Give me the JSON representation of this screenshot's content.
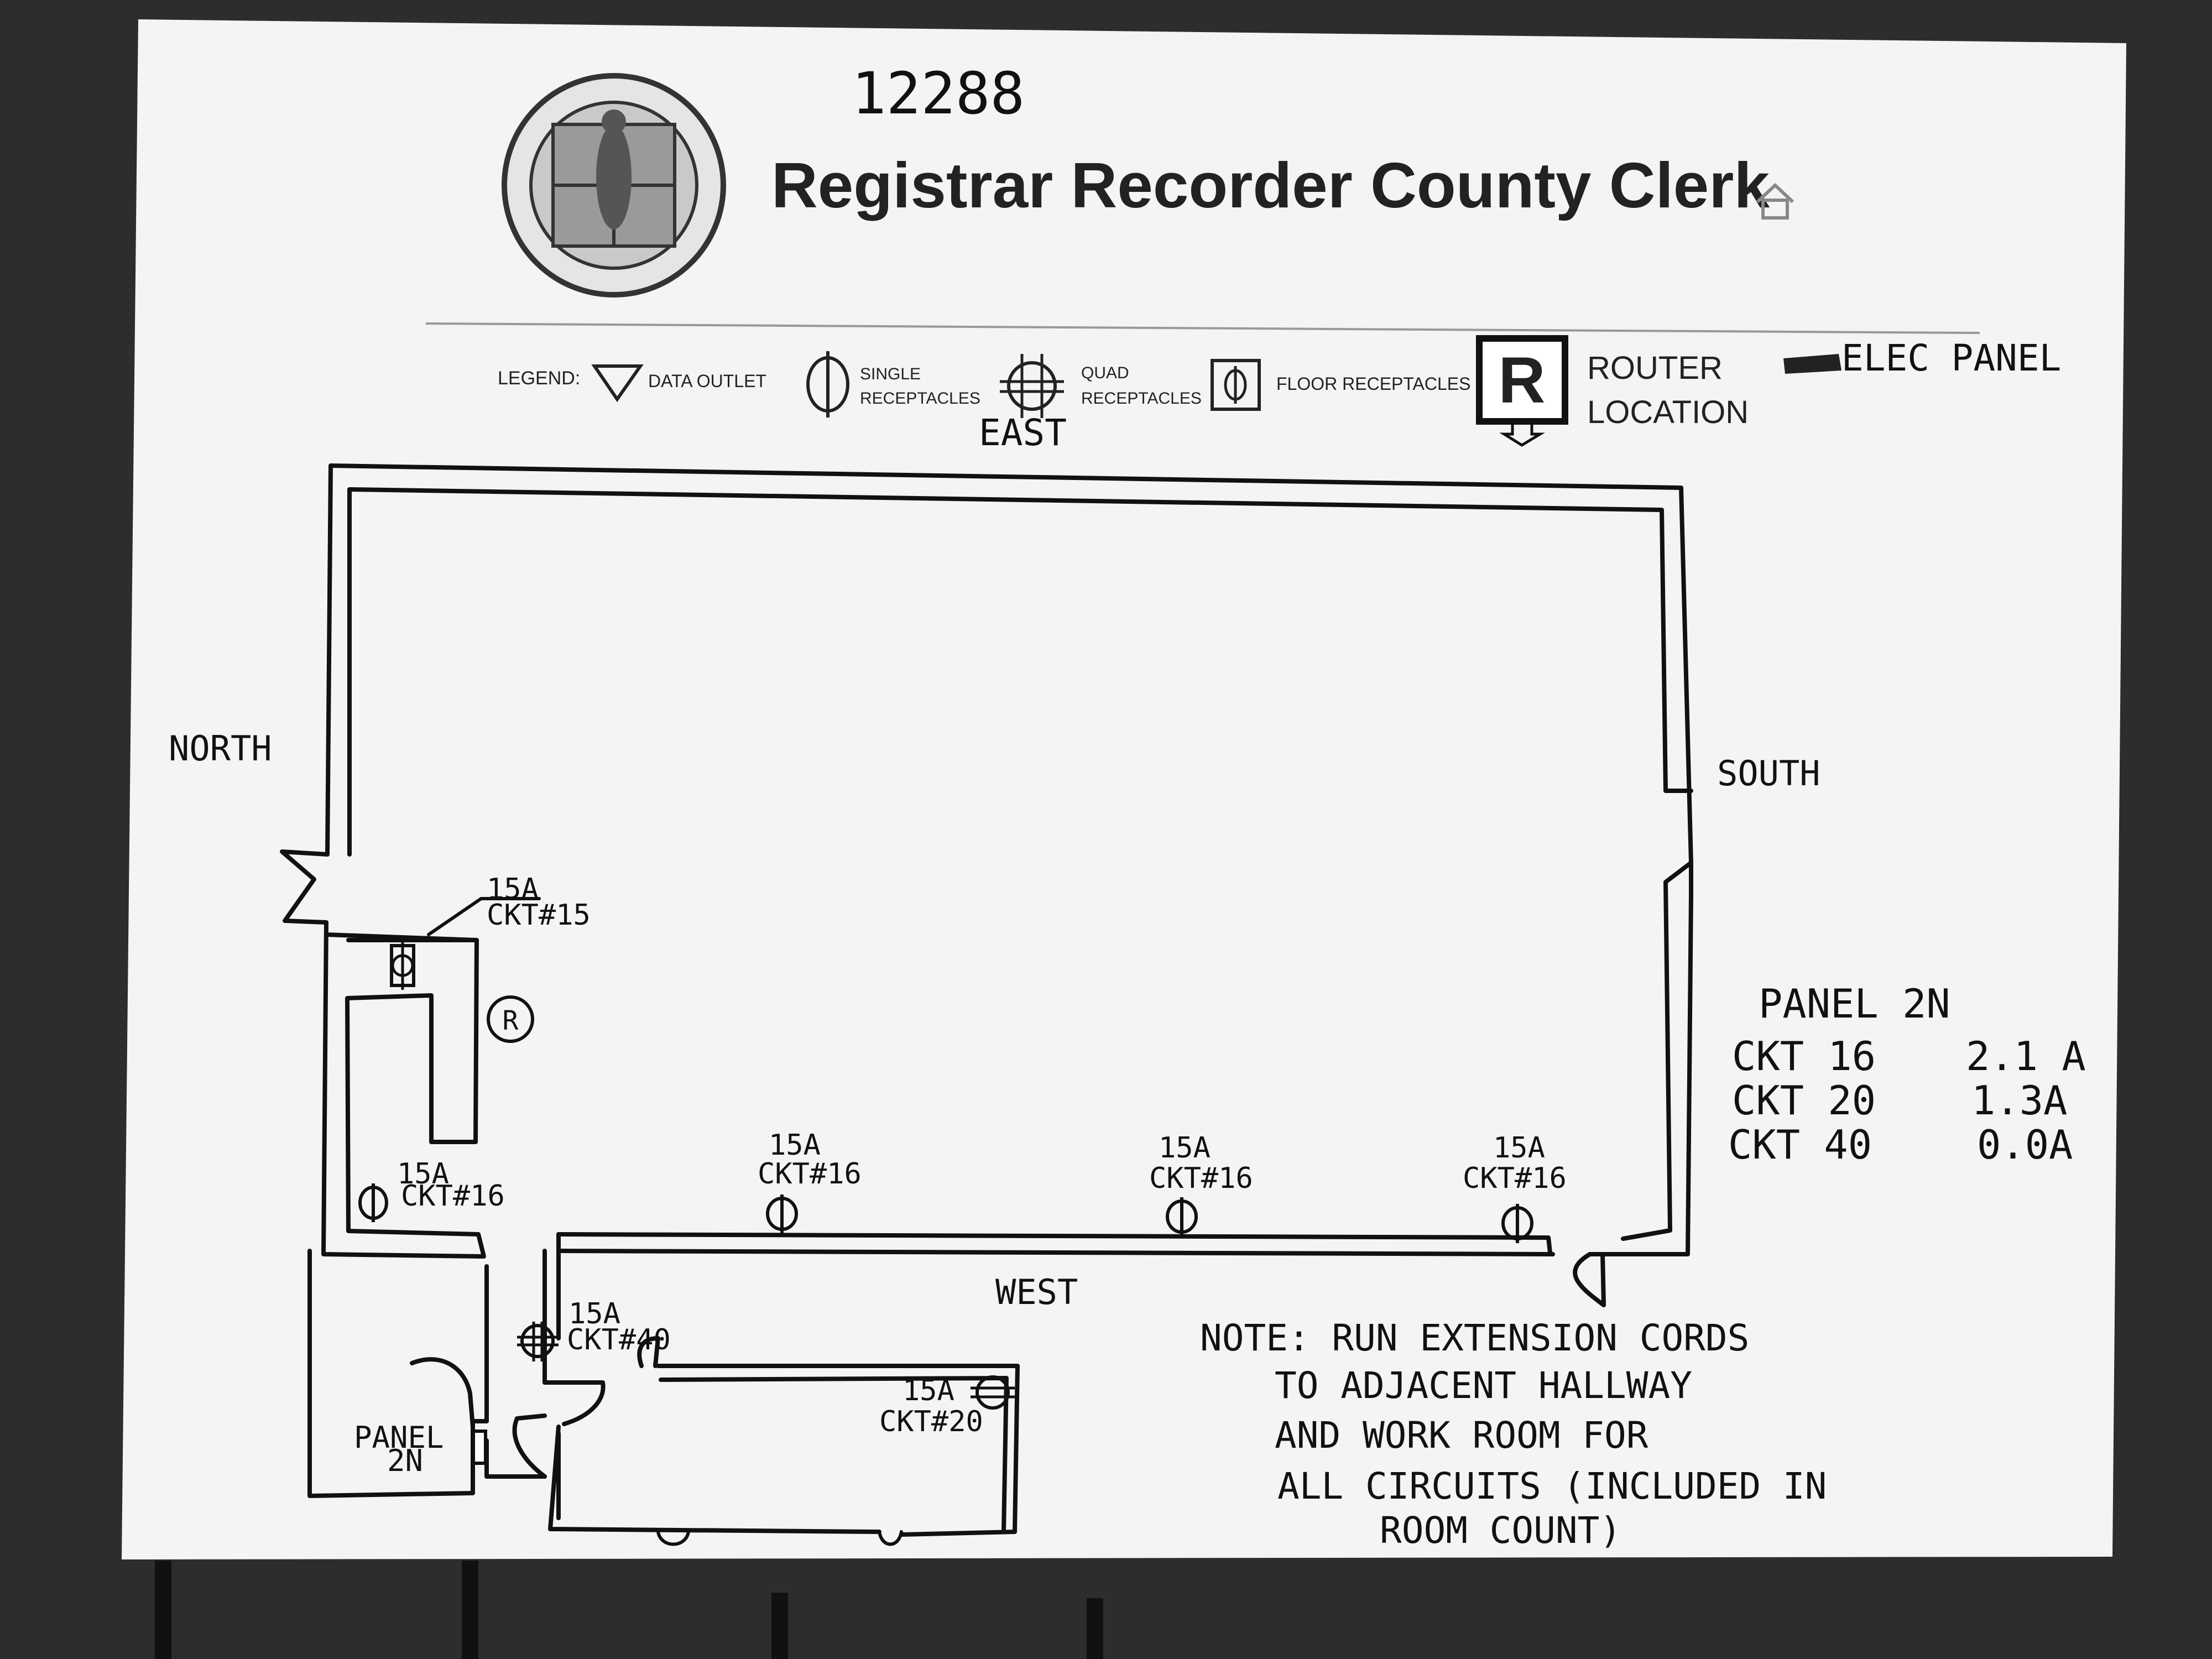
{
  "document": {
    "form_number": "12288",
    "header_title": "Registrar Recorder County Clerk",
    "seal_icon": "county-seal-icon",
    "home_icon": "home-icon"
  },
  "legend": {
    "label": "LEGEND:",
    "data_outlet": "DATA OUTLET",
    "single_receptacles_line1": "SINGLE",
    "single_receptacles_line2": "RECEPTACLES",
    "quad_receptacles_line1": "QUAD",
    "quad_receptacles_line2": "RECEPTACLES",
    "floor_receptacles": "FLOOR RECEPTACLES",
    "router_symbol": "R",
    "router_line1": "ROUTER",
    "router_line2": "LOCATION",
    "elec_panel": "ELEC PANEL"
  },
  "directions": {
    "east": "EAST",
    "north": "NORTH",
    "south": "SOUTH",
    "west": "WEST"
  },
  "circuits": [
    {
      "amps": "15A",
      "circuit": "CKT#15"
    },
    {
      "amps": "15A",
      "circuit": "CKT#16"
    },
    {
      "amps": "15A",
      "circuit": "CKT#16"
    },
    {
      "amps": "15A",
      "circuit": "CKT#16"
    },
    {
      "amps": "15A",
      "circuit": "CKT#16"
    },
    {
      "amps": "15A",
      "circuit": "CKT#40"
    },
    {
      "amps": "15A",
      "circuit": "CKT#20"
    }
  ],
  "router_marker": "R",
  "panel_label_line1": "PANEL",
  "panel_label_line2": "2N",
  "panel_table": {
    "title": "PANEL 2N",
    "rows": [
      {
        "circuit": "CKT 16",
        "load": "2.1 A"
      },
      {
        "circuit": "CKT 20",
        "load": "1.3A"
      },
      {
        "circuit": "CKT 40",
        "load": "0.0A"
      }
    ]
  },
  "note": {
    "line1": "NOTE: RUN EXTENSION CORDS",
    "line2": "TO ADJACENT HALLWAY",
    "line3": "AND WORK ROOM FOR",
    "line4": "ALL CIRCUITS (INCLUDED IN",
    "line5": "ROOM COUNT)"
  }
}
